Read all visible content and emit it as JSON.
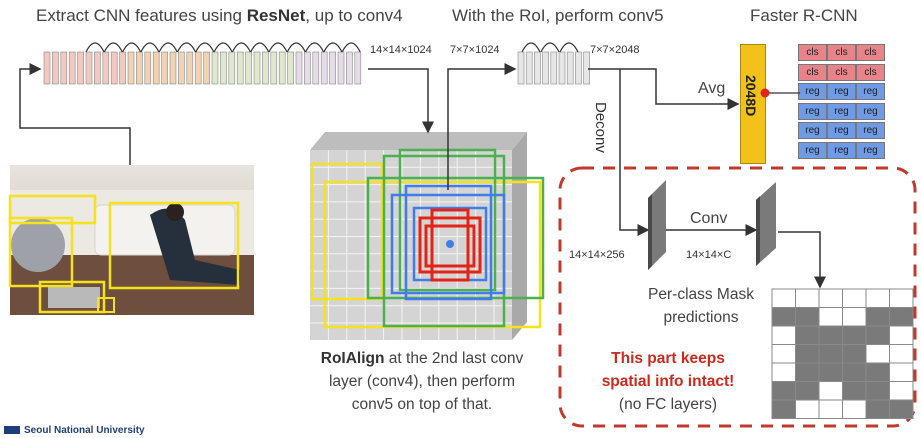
{
  "headings": {
    "resnet_prefix": "Extract CNN features using ",
    "resnet_bold": "ResNet",
    "resnet_suffix": ", up to conv4",
    "roi_conv5": "With the RoI, perform conv5",
    "faster_rcnn": "Faster R-CNN"
  },
  "dims": {
    "conv4_out": "14×14×1024",
    "roi_in": "7×7×1024",
    "conv5_out": "7×7×2048",
    "deconv_out": "14×14×256",
    "conv_out": "14×14×C"
  },
  "ops": {
    "avg": "Avg",
    "deconv": "Deconv",
    "conv": "Conv",
    "vector": "2048D"
  },
  "classifier": {
    "cls_rows": [
      [
        "cls",
        "cls",
        "cls"
      ],
      [
        "cls",
        "cls",
        "cls"
      ]
    ],
    "reg_rows": [
      [
        "reg",
        "reg",
        "reg"
      ],
      [
        "reg",
        "reg",
        "reg"
      ],
      [
        "reg",
        "reg",
        "reg"
      ],
      [
        "reg",
        "reg",
        "reg"
      ]
    ],
    "cls_color": "#e8838a",
    "reg_color": "#6f9be6"
  },
  "roialign_caption": {
    "bold": "RoIAlign",
    "line1_rest": " at the 2nd last conv",
    "line2": "layer (conv4), then perform",
    "line3": "conv5 on top of that."
  },
  "mask": {
    "label_line1": "Per-class Mask",
    "label_line2": "predictions",
    "note_line1": "This part keeps",
    "note_line2": "spatial info intact!",
    "note_line3": "(no FC layers)",
    "grid": [
      [
        0,
        0,
        0,
        0,
        0,
        0
      ],
      [
        1,
        1,
        0,
        0,
        1,
        1
      ],
      [
        0,
        1,
        1,
        1,
        1,
        0
      ],
      [
        0,
        1,
        1,
        1,
        0,
        0
      ],
      [
        0,
        1,
        1,
        1,
        1,
        0
      ],
      [
        1,
        1,
        0,
        1,
        1,
        0
      ],
      [
        1,
        0,
        0,
        0,
        1,
        1
      ]
    ]
  },
  "footer": {
    "university": "Seoul National University"
  },
  "colors": {
    "accent_red": "#cc2a1e",
    "dash_red": "#c0392b",
    "vector_yellow": "#f2c21b",
    "grid_gray": "#d4d4d4",
    "yellow_box": "#f5e21c",
    "green_box": "#4caf50",
    "blue_box": "#3f7ee8",
    "red_box": "#e22318"
  }
}
